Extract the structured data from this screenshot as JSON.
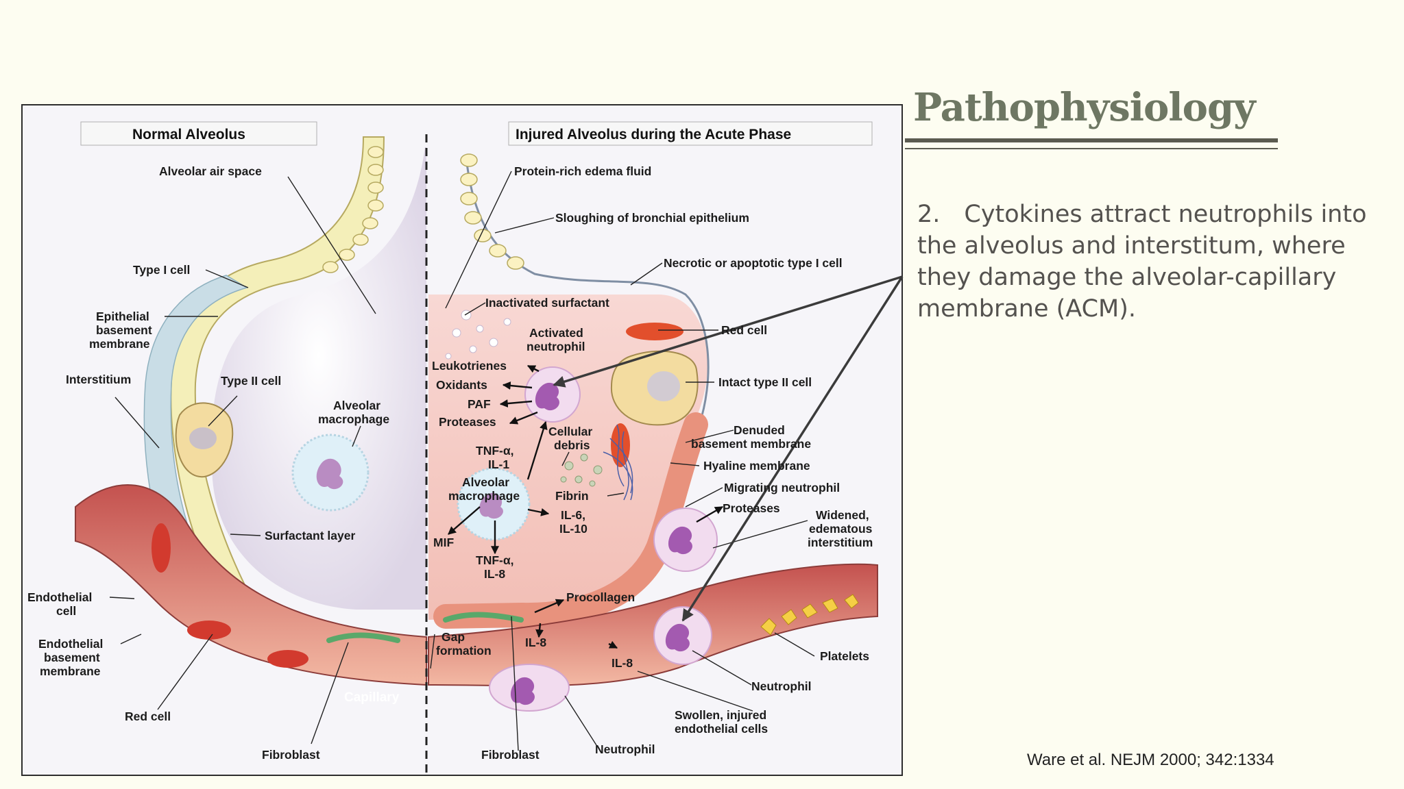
{
  "slide": {
    "title": "Pathophysiology",
    "body": "2. Cytokines attract neutrophils into the alveolus and interstitum, where they damage the alveolar-capillary membrane (ACM).",
    "citation": "Ware  et  al.  NEJM  2000;  342:1334"
  },
  "figure": {
    "left_header": "Normal Alveolus",
    "right_header": "Injured Alveolus during the Acute Phase",
    "labels": {
      "alveolar_air_space": "Alveolar air space",
      "type1_cell": "Type I cell",
      "epithelial_bm_1": "Epithelial",
      "epithelial_bm_2": "basement",
      "epithelial_bm_3": "membrane",
      "interstitium": "Interstitium",
      "type2_cell": "Type II cell",
      "alv_macro_1": "Alveolar",
      "alv_macro_2": "macrophage",
      "surfactant_layer": "Surfactant layer",
      "endothelial_cell_1": "Endothelial",
      "endothelial_cell_2": "cell",
      "endo_bm_1": "Endothelial",
      "endo_bm_2": "basement",
      "endo_bm_3": "membrane",
      "red_cell_left": "Red cell",
      "capillary": "Capillary",
      "fibroblast_left": "Fibroblast",
      "protein_edema": "Protein-rich edema fluid",
      "sloughing": "Sloughing of bronchial epithelium",
      "necrotic": "Necrotic or apoptotic type I cell",
      "inactivated_surfactant": "Inactivated surfactant",
      "activated_neutrophil_1": "Activated",
      "activated_neutrophil_2": "neutrophil",
      "red_cell_right": "Red cell",
      "leukotrienes": "Leukotrienes",
      "oxidants": "Oxidants",
      "paf": "PAF",
      "proteases_left": "Proteases",
      "intact_type2": "Intact type II cell",
      "tnf_il1_1": "TNF-α,",
      "tnf_il1_2": "IL-1",
      "cellular_debris_1": "Cellular",
      "cellular_debris_2": "debris",
      "denuded_bm_1": "Denuded",
      "denuded_bm_2": "basement membrane",
      "hyaline": "Hyaline membrane",
      "alv_macro_r_1": "Alveolar",
      "alv_macro_r_2": "macrophage",
      "fibrin": "Fibrin",
      "migrating_neutrophil": "Migrating neutrophil",
      "proteases_right": "Proteases",
      "il6_1": "IL-6,",
      "il6_2": "IL-10",
      "widened_1": "Widened,",
      "widened_2": "edematous",
      "widened_3": "interstitium",
      "mif": "MIF",
      "tnf_il8_1": "TNF-α,",
      "tnf_il8_2": "IL-8",
      "procollagen": "Procollagen",
      "gap_1": "Gap",
      "gap_2": "formation",
      "il8_a": "IL-8",
      "il8_b": "IL-8",
      "platelets": "Platelets",
      "neutrophil_right": "Neutrophil",
      "swollen_1": "Swollen, injured",
      "swollen_2": "endothelial cells",
      "fibroblast_right": "Fibroblast",
      "neutrophil_bottom": "Neutrophil"
    }
  }
}
